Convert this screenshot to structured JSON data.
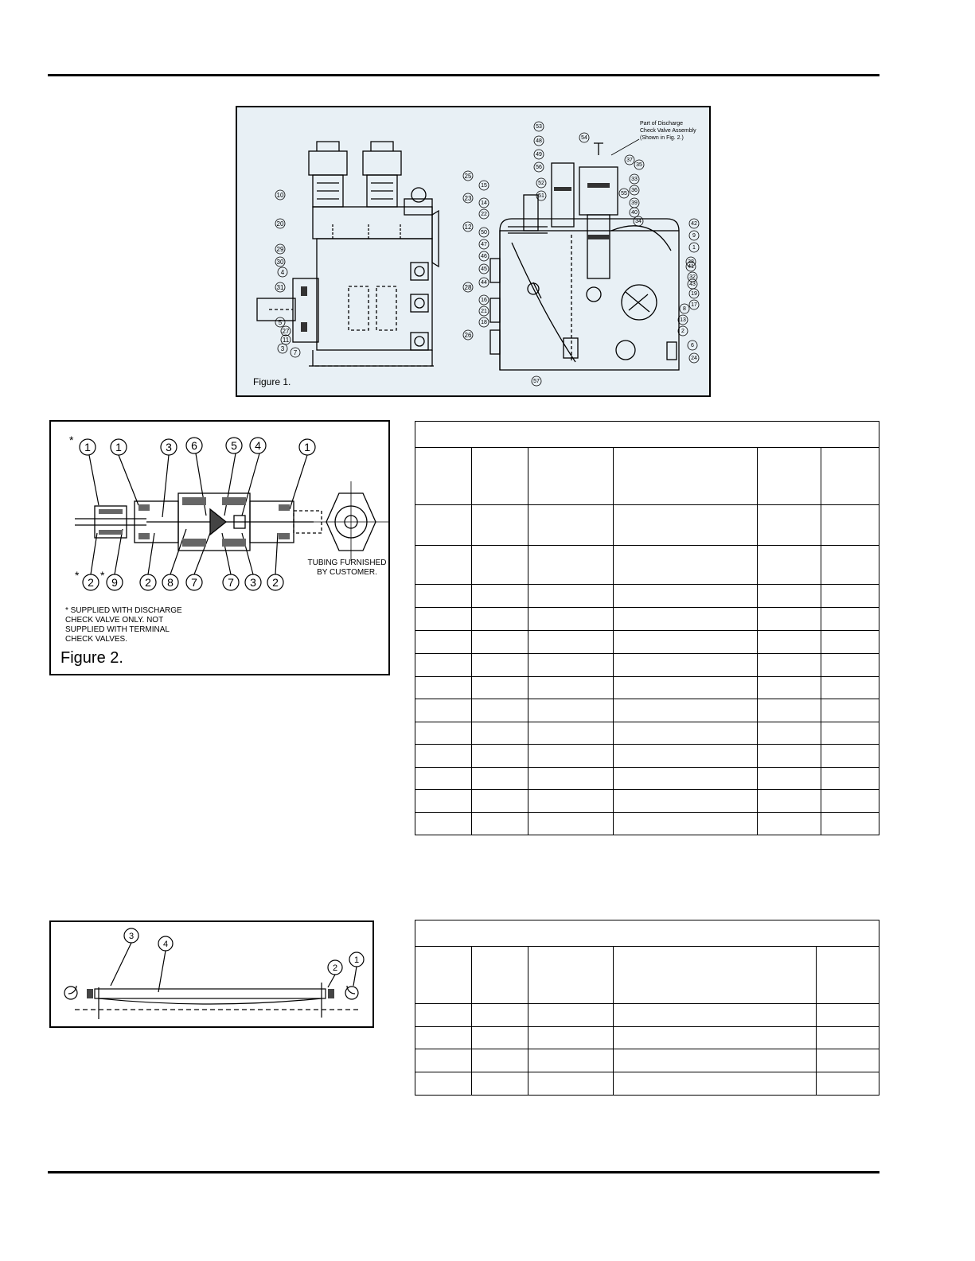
{
  "figure1": {
    "caption": "Figure 1.",
    "note_lines": [
      "Part of Discharge",
      "Check Valve Assembly",
      "(Shown in Fig. 2.)"
    ],
    "left_callouts": [
      "10",
      "20",
      "29",
      "30",
      "4",
      "31",
      "5",
      "27",
      "11",
      "3",
      "7",
      "25",
      "23",
      "12",
      "28",
      "26"
    ],
    "right_callouts": [
      "53",
      "48",
      "49",
      "56",
      "52",
      "51",
      "15",
      "14",
      "22",
      "50",
      "47",
      "46",
      "45",
      "44",
      "16",
      "21",
      "18",
      "57",
      "54",
      "37",
      "35",
      "33",
      "36",
      "55",
      "39",
      "40",
      "34",
      "42",
      "9",
      "1",
      "38",
      "41",
      "32",
      "43",
      "19",
      "17",
      "8",
      "13",
      "2",
      "6",
      "24"
    ]
  },
  "figure2": {
    "caption": "Figure 2.",
    "top_callouts": [
      "1",
      "1",
      "3",
      "6",
      "5",
      "4",
      "1"
    ],
    "bottom_callouts": [
      "2",
      "9",
      "2",
      "8",
      "7",
      "7",
      "3",
      "2"
    ],
    "tubing_note_lines": [
      "TUBING FURNISHED",
      "BY CUSTOMER."
    ],
    "footnote_lines": [
      "* SUPPLIED WITH DISCHARGE",
      "CHECK VALVE ONLY. NOT",
      "SUPPLIED WITH TERMINAL",
      "CHECK VALVES."
    ]
  },
  "figure3": {
    "callouts": [
      "3",
      "4",
      "2",
      "1"
    ]
  },
  "table1": {
    "rows": 15,
    "cols": 6
  },
  "table2": {
    "rows": 6,
    "cols": 5
  }
}
